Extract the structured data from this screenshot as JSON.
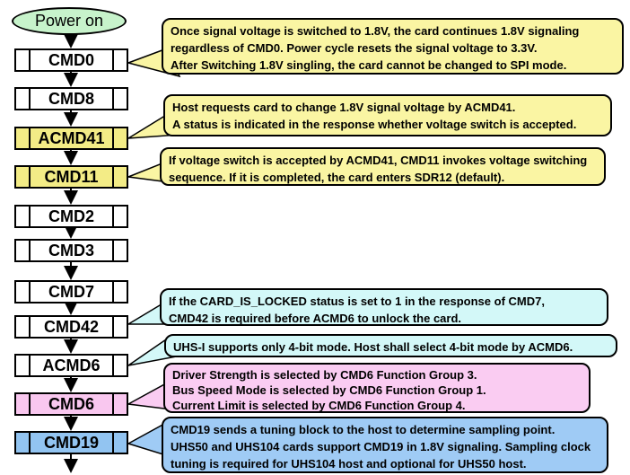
{
  "palette": {
    "start_green": "#C7F3CB",
    "node_yellow": "#F3EC86",
    "node_pink": "#F9C7EF",
    "node_blue": "#92C4F1",
    "note_yellow": "#FAF5A3",
    "note_cyan": "#D3F8F8",
    "note_pink": "#FACCF2",
    "note_blue": "#9FCBF5"
  },
  "flow": {
    "start": {
      "label": "Power on"
    },
    "nodes": [
      {
        "label": "CMD0",
        "color": "white"
      },
      {
        "label": "CMD8",
        "color": "white"
      },
      {
        "label": "ACMD41",
        "color": "yellow"
      },
      {
        "label": "CMD11",
        "color": "yellow"
      },
      {
        "label": "CMD2",
        "color": "white"
      },
      {
        "label": "CMD3",
        "color": "white"
      },
      {
        "label": "CMD7",
        "color": "white"
      },
      {
        "label": "CMD42",
        "color": "white"
      },
      {
        "label": "ACMD6",
        "color": "white"
      },
      {
        "label": "CMD6",
        "color": "pink"
      },
      {
        "label": "CMD19",
        "color": "blue"
      }
    ],
    "callouts": [
      {
        "target": "CMD0",
        "color": "yellow",
        "lines": [
          "Once signal voltage is switched to 1.8V, the card continues 1.8V signaling",
          "regardless of CMD0. Power cycle resets the signal voltage to 3.3V.",
          "After Switching 1.8V singling, the card cannot be changed to SPI mode."
        ]
      },
      {
        "target": "ACMD41",
        "color": "yellow",
        "lines": [
          "Host requests card to change 1.8V signal voltage by ACMD41.",
          "A status is indicated in the response whether voltage switch is accepted."
        ]
      },
      {
        "target": "CMD11",
        "color": "yellow",
        "lines": [
          "If voltage switch is accepted by ACMD41, CMD11 invokes voltage switching",
          "sequence. If it is completed, the card enters SDR12 (default)."
        ]
      },
      {
        "target": "CMD42",
        "color": "cyan",
        "lines": [
          "If the CARD_IS_LOCKED status is set to 1 in the response of CMD7,",
          "CMD42 is required before ACMD6 to unlock the card."
        ]
      },
      {
        "target": "ACMD6",
        "color": "cyan",
        "lines": [
          "UHS-I supports only 4-bit mode. Host shall select 4-bit mode by ACMD6."
        ]
      },
      {
        "target": "CMD6",
        "color": "pink",
        "lines": [
          "Driver Strength is selected by CMD6 Function Group 3.",
          "Bus Speed Mode is selected by CMD6 Function Group 1.",
          "Current Limit is selected by CMD6 Function Group 4."
        ]
      },
      {
        "target": "CMD19",
        "color": "blue",
        "lines": [
          "CMD19 sends a tuning block to the host to determine sampling point.",
          "UHS50 and UHS104 cards support CMD19 in 1.8V signaling. Sampling clock",
          "tuning is required for UHS104 host and optional for UHS50 host."
        ]
      }
    ]
  }
}
